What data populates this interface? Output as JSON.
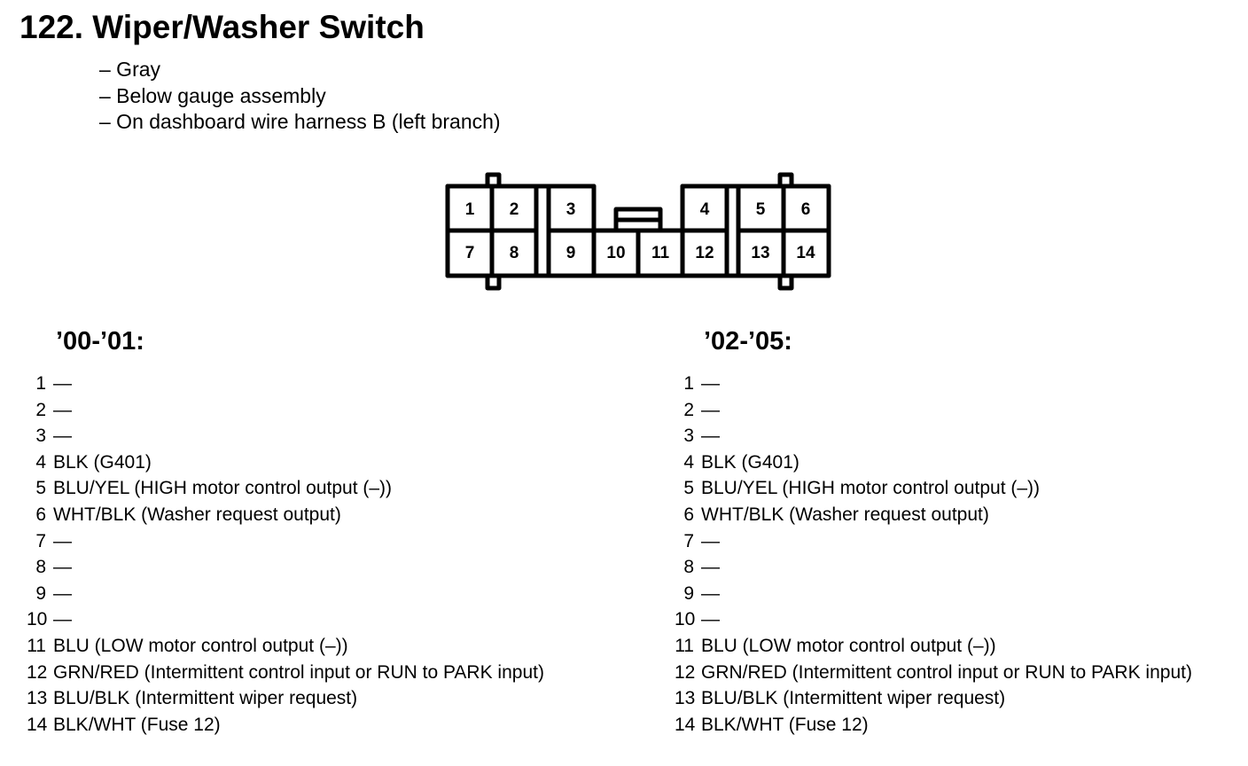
{
  "header": {
    "title": "122. Wiper/Washer Switch",
    "notes": [
      "– Gray",
      "– Below gauge assembly",
      "– On dashboard wire harness B (left branch)"
    ]
  },
  "connector": {
    "top_row": [
      "1",
      "2",
      "3",
      "4",
      "5",
      "6"
    ],
    "bottom_row": [
      "7",
      "8",
      "9",
      "10",
      "11",
      "12",
      "13",
      "14"
    ]
  },
  "sections": [
    {
      "heading": "’00-’01:",
      "pins": [
        {
          "num": "1",
          "desc": "—"
        },
        {
          "num": "2",
          "desc": "—"
        },
        {
          "num": "3",
          "desc": "—"
        },
        {
          "num": "4",
          "desc": "BLK (G401)"
        },
        {
          "num": "5",
          "desc": "BLU/YEL (HIGH motor control output (–))"
        },
        {
          "num": "6",
          "desc": "WHT/BLK (Washer request output)"
        },
        {
          "num": "7",
          "desc": "—"
        },
        {
          "num": "8",
          "desc": "—"
        },
        {
          "num": "9",
          "desc": "—"
        },
        {
          "num": "10",
          "desc": "—"
        },
        {
          "num": "11",
          "desc": "BLU (LOW motor control output (–))"
        },
        {
          "num": "12",
          "desc": "GRN/RED (Intermittent control input or RUN to PARK input)"
        },
        {
          "num": "13",
          "desc": "BLU/BLK (Intermittent wiper request)"
        },
        {
          "num": "14",
          "desc": "BLK/WHT (Fuse 12)"
        }
      ]
    },
    {
      "heading": "’02-’05:",
      "pins": [
        {
          "num": "1",
          "desc": "—"
        },
        {
          "num": "2",
          "desc": "—"
        },
        {
          "num": "3",
          "desc": "—"
        },
        {
          "num": "4",
          "desc": "BLK (G401)"
        },
        {
          "num": "5",
          "desc": "BLU/YEL (HIGH motor control output (–))"
        },
        {
          "num": "6",
          "desc": "WHT/BLK (Washer request output)"
        },
        {
          "num": "7",
          "desc": "—"
        },
        {
          "num": "8",
          "desc": "—"
        },
        {
          "num": "9",
          "desc": "—"
        },
        {
          "num": "10",
          "desc": "—"
        },
        {
          "num": "11",
          "desc": "BLU (LOW motor control output (–))"
        },
        {
          "num": "12",
          "desc": "GRN/RED (Intermittent control input or RUN to PARK input)"
        },
        {
          "num": "13",
          "desc": "BLU/BLK (Intermittent wiper request)"
        },
        {
          "num": "14",
          "desc": "BLK/WHT (Fuse 12)"
        }
      ]
    }
  ]
}
